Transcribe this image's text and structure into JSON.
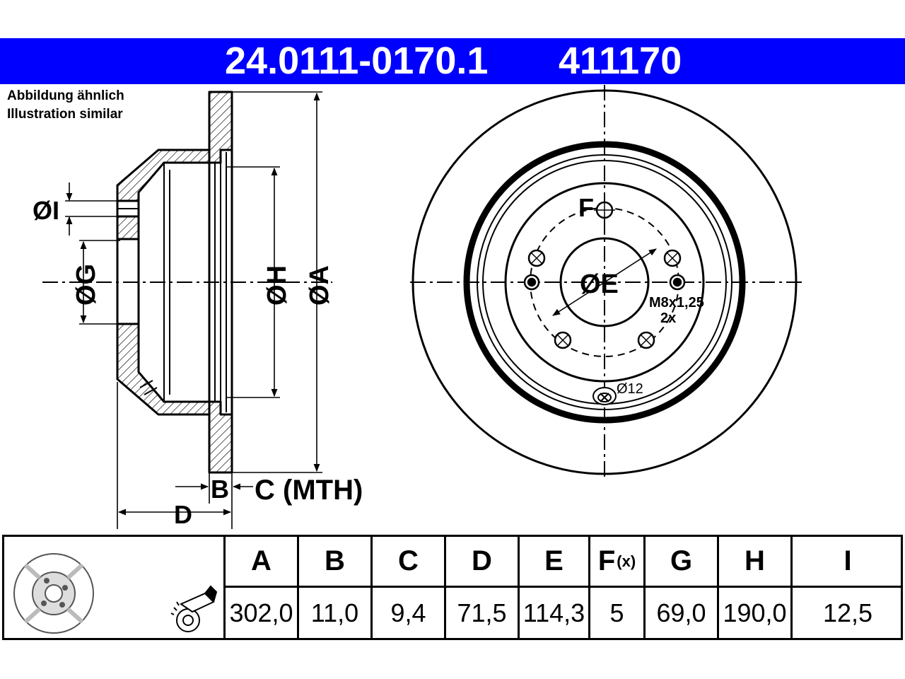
{
  "header": {
    "part_number": "24.0111-0170.1",
    "ref_number": "411170",
    "bar_color": "#0000ff"
  },
  "note": {
    "line_de": "Abbildung ähnlich",
    "line_en": "Illustration similar"
  },
  "labels": {
    "dim_I": "ØI",
    "dim_G": "ØG",
    "dim_H": "ØH",
    "dim_A": "ØA",
    "dim_B": "B",
    "dim_C": "C (MTH)",
    "dim_D": "D",
    "dim_F": "F",
    "dim_E": "ØE",
    "thread": "M8x1,25",
    "thread_count": "2x",
    "hole": "Ø12"
  },
  "table": {
    "columns": [
      {
        "header": "A",
        "value": "302,0"
      },
      {
        "header": "B",
        "value": "11,0"
      },
      {
        "header": "C",
        "value": "9,4"
      },
      {
        "header": "D",
        "value": "71,5"
      },
      {
        "header": "E",
        "value": "114,3"
      },
      {
        "header": "F",
        "suffix": "(x)",
        "value": "5"
      },
      {
        "header": "G",
        "value": "69,0"
      },
      {
        "header": "H",
        "value": "190,0"
      },
      {
        "header": "I",
        "value": "12,5"
      }
    ]
  }
}
